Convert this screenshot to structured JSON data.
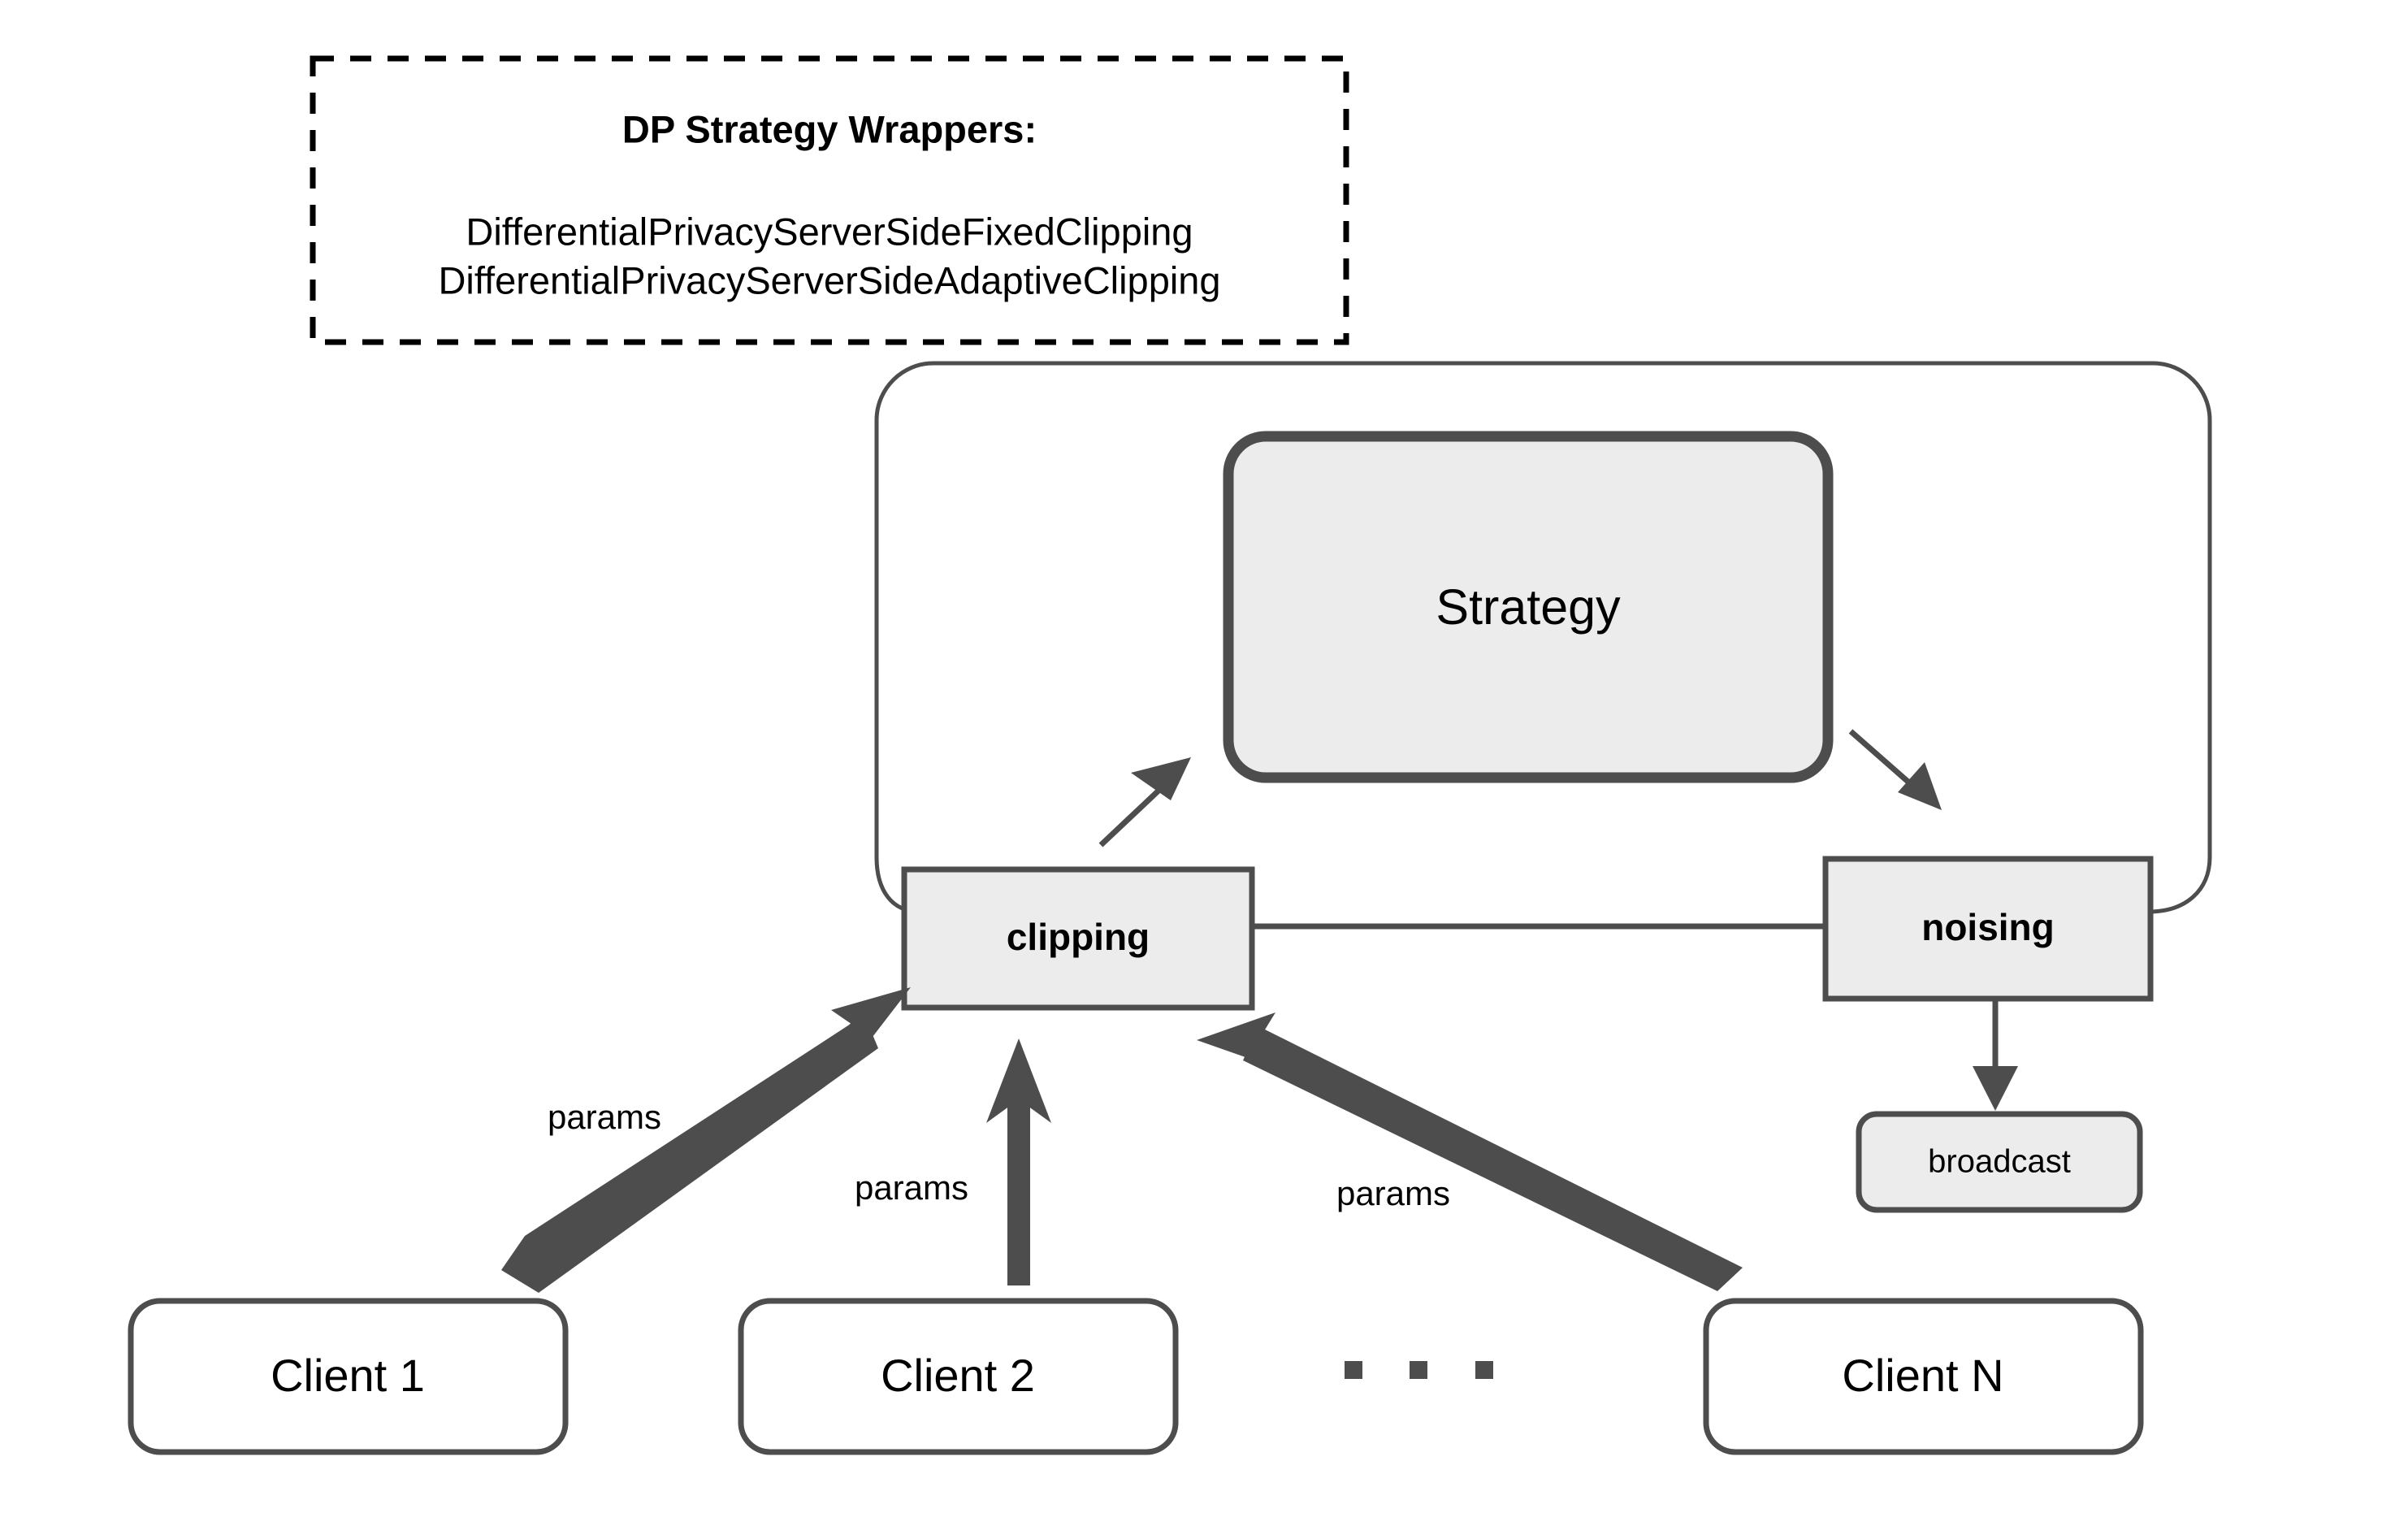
{
  "legend": {
    "title": "DP Strategy Wrappers:",
    "wrappers": [
      "DifferentialPrivacyServerSideFixedClipping",
      "DifferentialPrivacyServerSideAdaptiveClipping"
    ]
  },
  "server": {
    "strategy_label": "Strategy",
    "stages": [
      {
        "id": "clipping",
        "label": "clipping"
      },
      {
        "id": "noising",
        "label": "noising"
      }
    ],
    "broadcast_label": "broadcast"
  },
  "clients": [
    {
      "label": "Client 1"
    },
    {
      "label": "Client 2"
    },
    {
      "label": "Client N"
    }
  ],
  "ellipsis": "• • •",
  "edges": {
    "params_label": "params",
    "params_labels": [
      "params",
      "params",
      "params"
    ]
  },
  "colors": {
    "stroke_dark": "#4d4d4d",
    "fill_light": "#ececec",
    "fill_white": "#ffffff",
    "text": "#000000",
    "dashed_stroke": "#000000"
  }
}
